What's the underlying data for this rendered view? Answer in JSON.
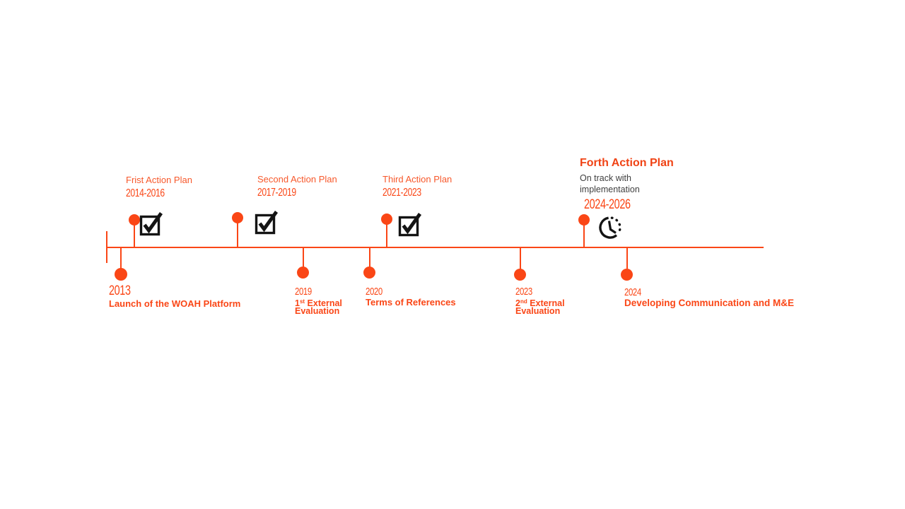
{
  "colors": {
    "accent": "#fa4616",
    "top_label_text": "#f7582b",
    "muted_text": "#3f3f3f",
    "icon_black": "#141414"
  },
  "timeline": {
    "top_milestones": [
      {
        "title": "Frist Action Plan",
        "years": "2014-2016",
        "icon": "checked-checkbox"
      },
      {
        "title": "Second Action Plan",
        "years": "2017-2019",
        "icon": "checked-checkbox"
      },
      {
        "title": "Third Action Plan",
        "years": "2021-2023",
        "icon": "checked-checkbox"
      },
      {
        "title": "Forth Action Plan",
        "status": "On track with implementation",
        "years": "2024-2026",
        "icon": "clock"
      }
    ],
    "bottom_milestones": [
      {
        "year": "2013",
        "label": "Launch of the WOAH Platform"
      },
      {
        "year": "2019",
        "label_num": "1",
        "label_sup": "st",
        "label_rest": " External",
        "label_line2": "Evaluation"
      },
      {
        "year": "2020",
        "label": "Terms of References"
      },
      {
        "year": "2023",
        "label_num": "2",
        "label_sup": "nd",
        "label_rest": " External",
        "label_line2": "Evaluation"
      },
      {
        "year": "2024",
        "label": "Developing Communication and M&E"
      }
    ]
  }
}
